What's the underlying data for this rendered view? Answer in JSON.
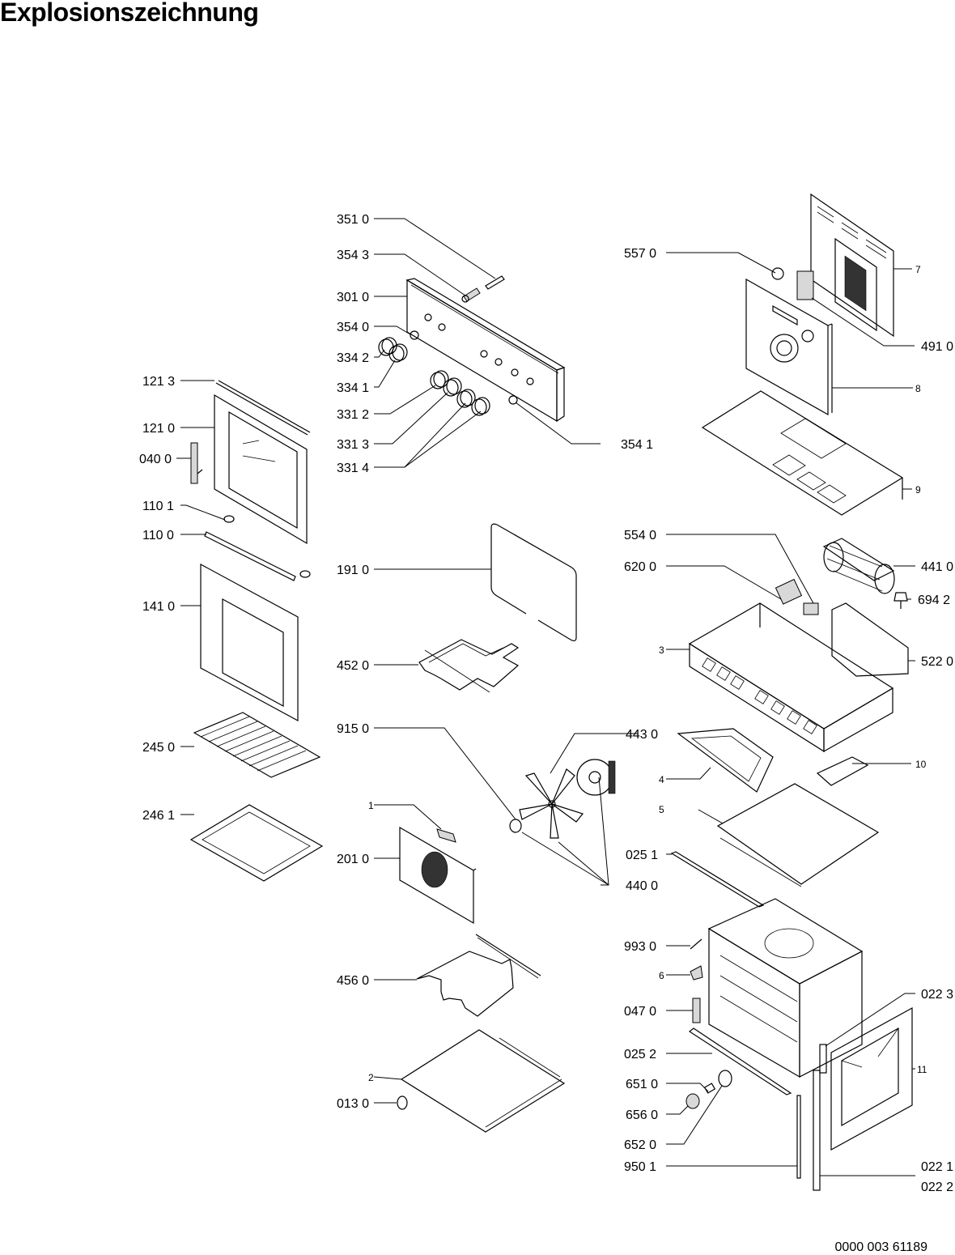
{
  "title": "Explosionszeichnung",
  "document_number": "0000 003 61189",
  "callouts": [
    {
      "id": "351_0",
      "label": "351 0"
    },
    {
      "id": "354_3",
      "label": "354 3"
    },
    {
      "id": "301_0",
      "label": "301 0"
    },
    {
      "id": "354_0",
      "label": "354 0"
    },
    {
      "id": "334_2",
      "label": "334 2"
    },
    {
      "id": "334_1",
      "label": "334 1"
    },
    {
      "id": "331_2",
      "label": "331 2"
    },
    {
      "id": "331_3",
      "label": "331 3"
    },
    {
      "id": "331_4",
      "label": "331 4"
    },
    {
      "id": "354_1",
      "label": "354 1"
    },
    {
      "id": "557_0",
      "label": "557 0"
    },
    {
      "id": "7",
      "label": "7"
    },
    {
      "id": "491_0",
      "label": "491 0"
    },
    {
      "id": "8",
      "label": "8"
    },
    {
      "id": "9",
      "label": "9"
    },
    {
      "id": "121_3",
      "label": "121 3"
    },
    {
      "id": "121_0",
      "label": "121 0"
    },
    {
      "id": "040_0",
      "label": "040 0"
    },
    {
      "id": "110_1",
      "label": "110 1"
    },
    {
      "id": "110_0",
      "label": "110 0"
    },
    {
      "id": "141_0",
      "label": "141 0"
    },
    {
      "id": "191_0",
      "label": "191 0"
    },
    {
      "id": "452_0",
      "label": "452 0"
    },
    {
      "id": "554_0",
      "label": "554 0"
    },
    {
      "id": "620_0",
      "label": "620 0"
    },
    {
      "id": "441_0",
      "label": "441 0"
    },
    {
      "id": "694_2",
      "label": "694 2"
    },
    {
      "id": "3",
      "label": "3"
    },
    {
      "id": "522_0",
      "label": "522 0"
    },
    {
      "id": "245_0",
      "label": "245 0"
    },
    {
      "id": "915_0",
      "label": "915 0"
    },
    {
      "id": "443_0",
      "label": "443 0"
    },
    {
      "id": "4",
      "label": "4"
    },
    {
      "id": "10",
      "label": "10"
    },
    {
      "id": "5",
      "label": "5"
    },
    {
      "id": "1",
      "label": "1"
    },
    {
      "id": "246_1",
      "label": "246 1"
    },
    {
      "id": "201_0",
      "label": "201 0"
    },
    {
      "id": "025_1",
      "label": "025 1"
    },
    {
      "id": "440_0",
      "label": "440 0"
    },
    {
      "id": "993_0",
      "label": "993 0"
    },
    {
      "id": "6",
      "label": "6"
    },
    {
      "id": "456_0",
      "label": "456 0"
    },
    {
      "id": "022_3",
      "label": "022 3"
    },
    {
      "id": "047_0",
      "label": "047 0"
    },
    {
      "id": "025_2",
      "label": "025 2"
    },
    {
      "id": "11",
      "label": "11"
    },
    {
      "id": "2",
      "label": "2"
    },
    {
      "id": "651_0",
      "label": "651 0"
    },
    {
      "id": "013_0",
      "label": "013 0"
    },
    {
      "id": "656_0",
      "label": "656 0"
    },
    {
      "id": "652_0",
      "label": "652 0"
    },
    {
      "id": "950_1",
      "label": "950 1"
    },
    {
      "id": "022_1",
      "label": "022 1"
    },
    {
      "id": "022_2",
      "label": "022 2"
    }
  ]
}
